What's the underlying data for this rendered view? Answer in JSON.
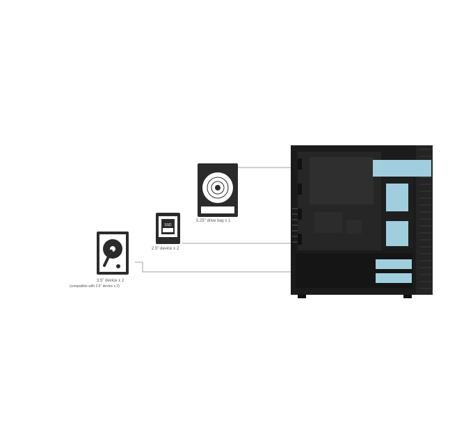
{
  "labels": {
    "bay_525": "5.25\" drive bay x 1",
    "dev_25": "2.5\" device x 2",
    "dev_35": "3.5\" device x 2",
    "dev_35_note": "(compatible with 2.5\" device x 2)"
  },
  "icons": {
    "optical": "optical-drive-icon",
    "ssd": "ssd-icon",
    "hdd": "hdd-icon"
  },
  "ssd_text": "SSD",
  "colors": {
    "accent": "#a8d8ea",
    "case": "#1c1c1c",
    "icon": "#2b2b2b",
    "line": "#9a9a9a"
  }
}
